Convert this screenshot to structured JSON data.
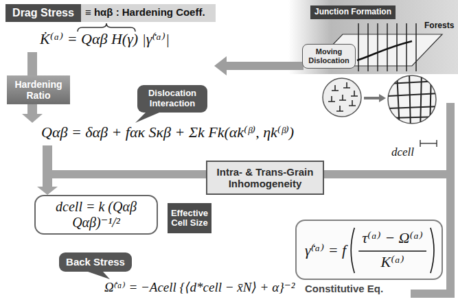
{
  "diagram": {
    "nodes": [
      {
        "text": [
          "Drag Stress"
        ]
      },
      {
        "text": [
          "Junction Formation"
        ]
      },
      {
        "text": [
          "Moving Dislocation"
        ]
      },
      {
        "text": [
          "Hardening Ratio"
        ]
      },
      {
        "text": [
          "Dislocation Interaction"
        ]
      },
      {
        "text": [
          "Intra- & Trans-Grain Inhomogeneity"
        ]
      },
      {
        "text": [
          "dcell = k (Qαβ Qαβ)⁻¹/²"
        ]
      },
      {
        "text": [
          "Effective Cell Size"
        ]
      },
      {
        "text": [
          "γ̇⁽ᵅ⁾ = f",
          "τ⁽ᵅ⁾ − Ω⁽ᵅ⁾",
          "K⁽ᵅ⁾",
          "Constitutive Eq."
        ]
      },
      {
        "text": [
          "Back Stress"
        ]
      }
    ],
    "labels": [
      "≡ hαβ : Hardening Coeff.",
      "K̇⁽ᵅ⁾ = Qαβ H(γ) |γ̇⁽ᵅ⁾|",
      "Forests",
      "Qαβ = δαβ + fακ Sκβ + Σk Fk(αk⁽ᵝ⁾, ηk⁽ᵝ⁾)",
      "dcell",
      "Ω̇⁽ᵅ⁾ = −Acell {⟨d*cell − x̄N⟩ + α}⁻²"
    ]
  }
}
